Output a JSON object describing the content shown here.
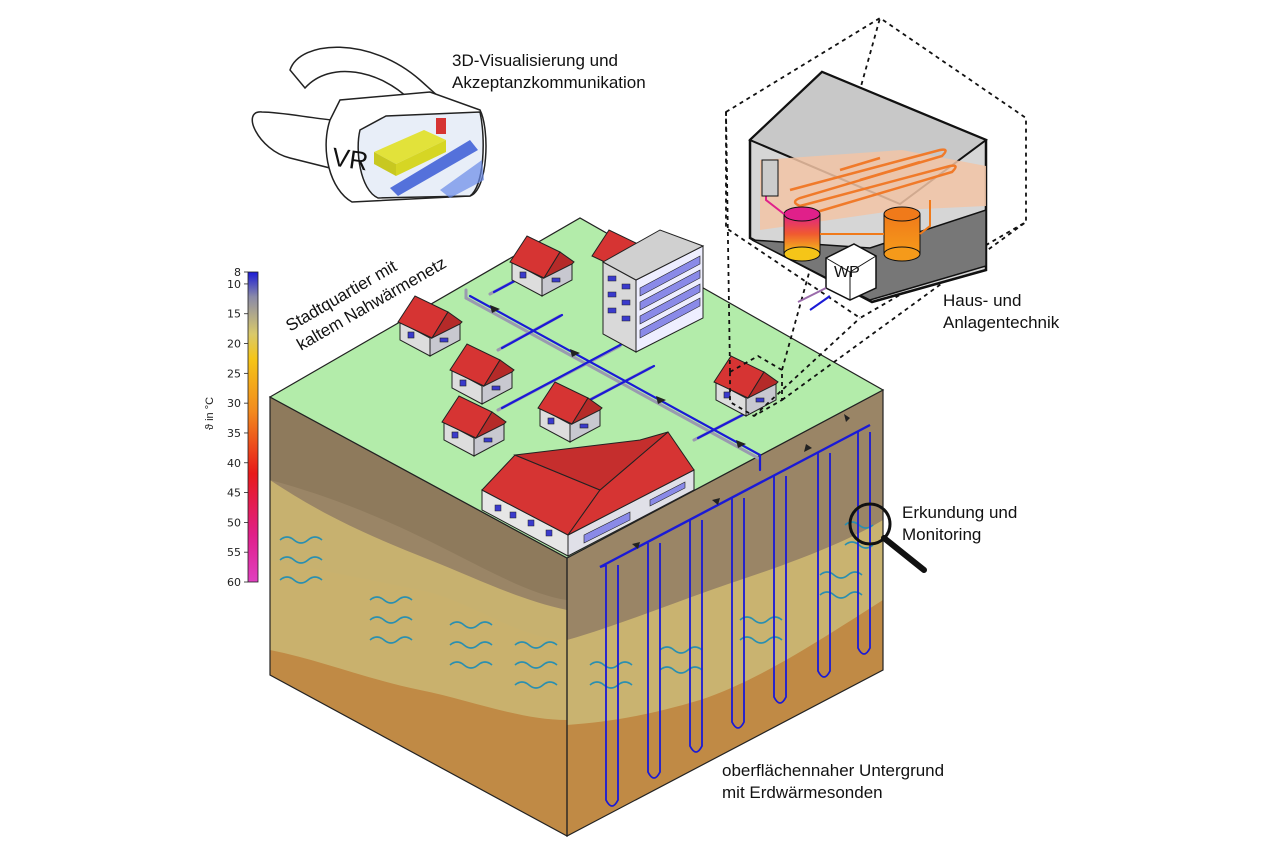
{
  "labels": {
    "vr_line1": "3D-Visualisierung und",
    "vr_line2": "Akzeptanzkommunikation",
    "vr_text": "VR",
    "quarter_line1": "Stadtquartier mit",
    "quarter_line2": "kaltem Nahwärmenetz",
    "house_line1": "Haus- und",
    "house_line2": "Anlagentechnik",
    "heatpump": "WP",
    "explore_line1": "Erkundung und",
    "explore_line2": "Monitoring",
    "ground_line1": "oberflächennaher Untergrund",
    "ground_line2": "mit Erdwärmesonden"
  },
  "colorbar": {
    "title": "ϑ in °C",
    "ticks": [
      "8",
      "10",
      "15",
      "20",
      "25",
      "30",
      "35",
      "40",
      "45",
      "50",
      "55",
      "60"
    ]
  },
  "colors": {
    "grass": "#b3ecaa",
    "roof": "#d63433",
    "pipe": "#1a1ad6",
    "soil_top": "#9f8a6c",
    "soil_mid": "#c8b46c",
    "soil_bottom": "#c08a45"
  }
}
